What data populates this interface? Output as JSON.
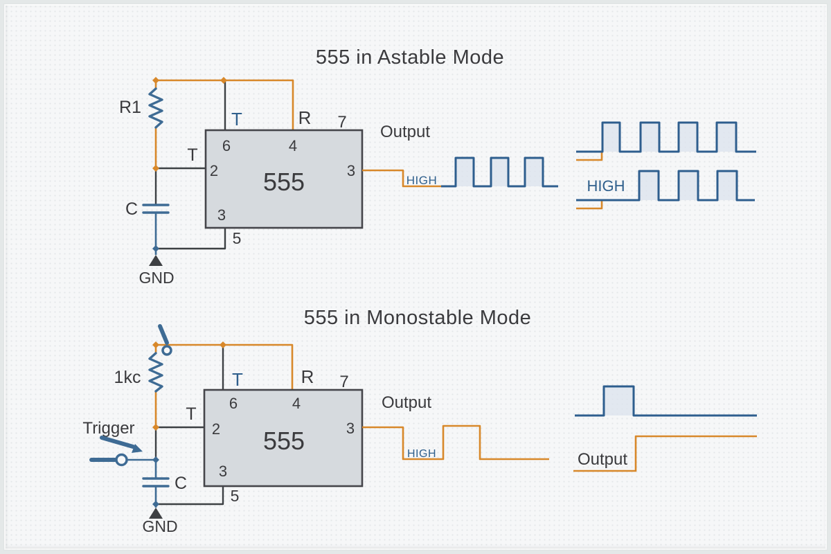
{
  "colors": {
    "wire_orange": "#d8882a",
    "component_blue": "#3e6b94",
    "waveform_blue": "#2e5e8e",
    "waveform_fill": "#dde4ed",
    "chip_fill": "#d6dade",
    "chip_border": "#45454a",
    "text_dark": "#3a3a3d",
    "text_blue": "#2f5f8c",
    "background": "#f6f7f8"
  },
  "astable": {
    "title": "555 in Astable Mode",
    "chip_label": "555",
    "pins": {
      "p6": "6",
      "p4": "4",
      "p2": "2",
      "p3_right": "3",
      "p3_bottom": "3",
      "p5": "5",
      "p7": "7"
    },
    "labels": {
      "r1": "R1",
      "threshold_top": "T",
      "reset_top": "R",
      "trigger_left": "T",
      "cap": "C",
      "gnd": "GND",
      "output": "Output",
      "high_output": "HIGH",
      "high_waveform": "HIGH"
    }
  },
  "monostable": {
    "title": "555 in Monostable Mode",
    "chip_label": "555",
    "pins": {
      "p6": "6",
      "p4": "4",
      "p2": "2",
      "p3_right": "3",
      "p3_bottom": "3",
      "p5": "5",
      "p7": "7"
    },
    "labels": {
      "resistor": "1kc",
      "trigger": "Trigger",
      "threshold_top": "T",
      "reset_top": "R",
      "trigger_left": "T",
      "cap": "C",
      "gnd": "GND",
      "output": "Output",
      "high_output": "HIGH",
      "output_waveform": "Output"
    }
  }
}
